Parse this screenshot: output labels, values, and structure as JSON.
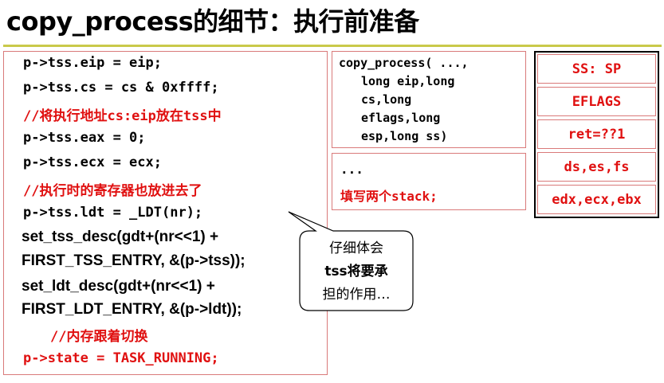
{
  "slide": {
    "title": "copy_process的细节：执行前准备"
  },
  "code": {
    "lines": [
      {
        "text": "p->tss.eip = eip;",
        "color": "black"
      },
      {
        "text": "p->tss.cs = cs & 0xffff;",
        "color": "black"
      },
      {
        "text": "//将执行地址cs:eip放在tss中",
        "color": "red"
      },
      {
        "text": "p->tss.eax = 0;",
        "color": "black"
      },
      {
        "text": "p->tss.ecx = ecx;",
        "color": "black"
      },
      {
        "text": "//执行时的寄存器也放进去了",
        "color": "red"
      },
      {
        "text": "p->tss.ldt = _LDT(nr);",
        "color": "black"
      },
      {
        "text": "set_tss_desc(gdt+(nr<<1) +",
        "color": "black"
      },
      {
        "text": "FIRST_TSS_ENTRY, &(p->tss));",
        "color": "black"
      },
      {
        "text": "set_ldt_desc(gdt+(nr<<1) +",
        "color": "black"
      },
      {
        "text": "FIRST_LDT_ENTRY, &(p->ldt));",
        "color": "black"
      },
      {
        "text": "//内存跟着切换",
        "color": "red"
      },
      {
        "text": "p->state = TASK_RUNNING;",
        "color": "red"
      }
    ]
  },
  "signature": {
    "lines": [
      "copy_process( ...,",
      "long eip,long",
      "cs,long",
      "eflags,long",
      "esp,long ss)"
    ]
  },
  "fill": {
    "ellipsis": "...",
    "note": "填写两个stack;"
  },
  "stack": {
    "cells": [
      "SS: SP",
      "EFLAGS",
      "ret=??1",
      "ds,es,fs",
      "edx,ecx,ebx"
    ]
  },
  "callout": {
    "line1": "仔细体会",
    "line2": "tss将要承",
    "line3": "担的作用…"
  },
  "colors": {
    "accent_red": "#e01010",
    "box_border": "#d97a7a",
    "title_rule": "#c9c94a"
  }
}
